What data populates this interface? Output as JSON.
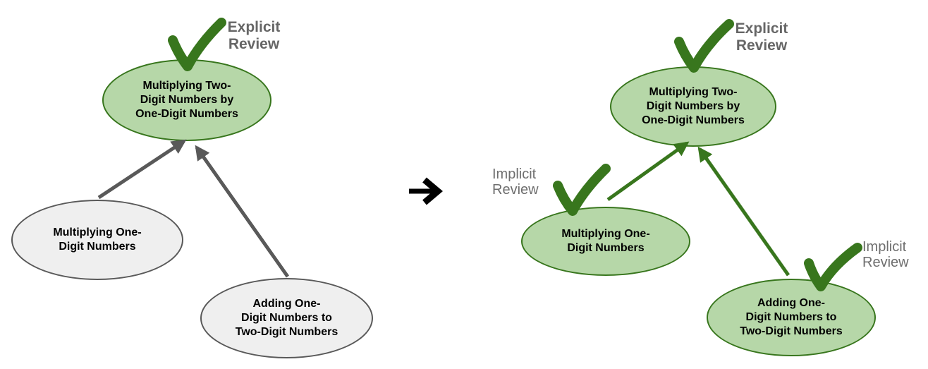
{
  "colors": {
    "canvas_bg": "#ffffff",
    "mastered_fill": "#b6d7a8",
    "mastered_border": "#38761d",
    "check_green": "#38761d",
    "unreviewed_fill": "#efefef",
    "unreviewed_border": "#595959",
    "gray_edge": "#595959",
    "green_edge": "#38761d",
    "explicit_label_color": "#666666",
    "implicit_label_color": "#6e6e6e",
    "node_text_color": "#000000",
    "transform_arrow_color": "#000000"
  },
  "transform_arrow": {
    "icon": "right-arrow",
    "symbol": "→"
  },
  "left_graph": {
    "nodes": [
      {
        "name": "multiplying-two-digit-numbers-by-one-digit-numbers",
        "label": "Multiplying Two-Digit Numbers by One-Digit Numbers",
        "lines": [
          "Multiplying Two-",
          "Digit Numbers by",
          "One-Digit Numbers"
        ],
        "state": "reviewed",
        "review": {
          "label": "Explicit Review",
          "lines": [
            "Explicit",
            "Review"
          ]
        }
      },
      {
        "name": "multiplying-one-digit-numbers",
        "label": "Multiplying One-Digit Numbers",
        "lines": [
          "Multiplying One-",
          "Digit Numbers"
        ],
        "state": "not-reviewed"
      },
      {
        "name": "adding-one-digit-numbers-to-two-digit-numbers",
        "label": "Adding One-Digit Numbers to Two-Digit Numbers",
        "lines": [
          "Adding One-",
          "Digit Numbers to",
          "Two-Digit Numbers"
        ],
        "state": "not-reviewed"
      }
    ],
    "edges": [
      {
        "from": "multiplying-one-digit-numbers",
        "to": "multiplying-two-digit-numbers-by-one-digit-numbers"
      },
      {
        "from": "adding-one-digit-numbers-to-two-digit-numbers",
        "to": "multiplying-two-digit-numbers-by-one-digit-numbers"
      }
    ]
  },
  "right_graph": {
    "nodes": [
      {
        "name": "multiplying-two-digit-numbers-by-one-digit-numbers",
        "label": "Multiplying Two-Digit Numbers by One-Digit Numbers",
        "lines": [
          "Multiplying Two-",
          "Digit Numbers by",
          "One-Digit Numbers"
        ],
        "state": "reviewed",
        "review": {
          "label": "Explicit Review",
          "lines": [
            "Explicit",
            "Review"
          ]
        }
      },
      {
        "name": "multiplying-one-digit-numbers",
        "label": "Multiplying One-Digit Numbers",
        "lines": [
          "Multiplying One-",
          "Digit Numbers"
        ],
        "state": "reviewed",
        "review": {
          "label": "Implicit Review",
          "lines": [
            "Implicit",
            "Review"
          ]
        }
      },
      {
        "name": "adding-one-digit-numbers-to-two-digit-numbers",
        "label": "Adding One-Digit Numbers to Two-Digit Numbers",
        "lines": [
          "Adding One-",
          "Digit Numbers to",
          "Two-Digit Numbers"
        ],
        "state": "reviewed",
        "review": {
          "label": "Implicit Review",
          "lines": [
            "Implicit",
            "Review"
          ]
        }
      }
    ],
    "edges": [
      {
        "from": "multiplying-one-digit-numbers",
        "to": "multiplying-two-digit-numbers-by-one-digit-numbers"
      },
      {
        "from": "adding-one-digit-numbers-to-two-digit-numbers",
        "to": "multiplying-two-digit-numbers-by-one-digit-numbers"
      }
    ]
  }
}
